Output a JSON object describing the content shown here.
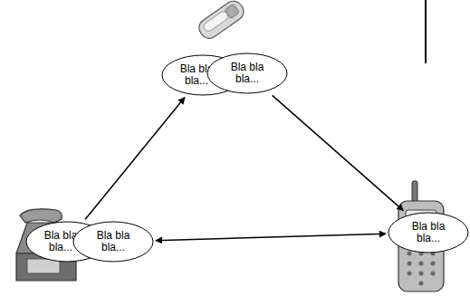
{
  "diagram": {
    "nodes": [
      {
        "text": [
          "Bla bla bla..."
        ]
      },
      {
        "text": [
          "Bla bla bla..."
        ]
      },
      {
        "text": [
          "Bla bla bla..."
        ]
      },
      {
        "text": [
          "Bla bla bla..."
        ]
      },
      {
        "text": [
          "Bla bla bla..."
        ]
      }
    ],
    "edges": [
      {
        "from": 2,
        "to": 0,
        "arrow": "to"
      },
      {
        "from": 1,
        "to": 4,
        "arrow": "to"
      },
      {
        "from": 3,
        "to": 4,
        "arrow": "both"
      }
    ]
  }
}
